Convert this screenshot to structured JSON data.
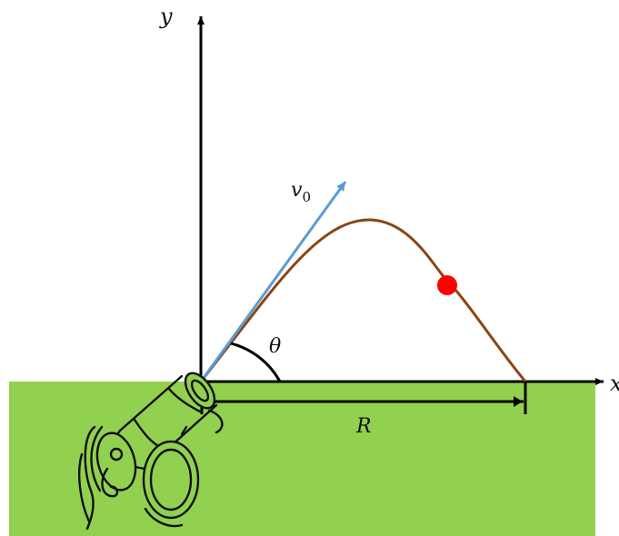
{
  "labels": {
    "y_axis": "y",
    "x_axis": "x",
    "velocity": "v",
    "velocity_sub": "0",
    "angle": "θ",
    "range": "R"
  },
  "colors": {
    "ground": "#92d050",
    "trajectory": "#8b4513",
    "velocity_vector": "#5b9bd5",
    "projectile": "#ff0000",
    "axes": "#000000",
    "cannon_outline": "#111111"
  },
  "icons": {
    "cannon": "cannon-icon",
    "projectile": "ball-icon"
  }
}
